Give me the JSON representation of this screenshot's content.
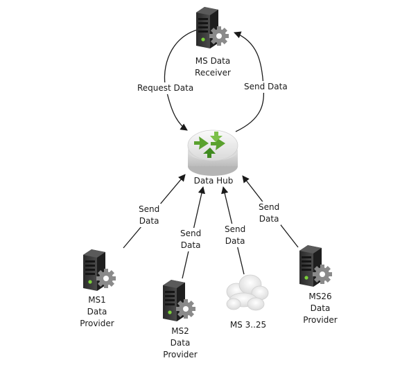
{
  "nodes": {
    "receiver": {
      "label_lines": [
        "MS Data",
        "Receiver"
      ],
      "icon": "server-gear-icon"
    },
    "hub": {
      "label_lines": [
        "Data Hub"
      ],
      "icon": "router-hub-icon"
    },
    "ms1": {
      "label_lines": [
        "MS1",
        "Data",
        "Provider"
      ],
      "icon": "server-gear-icon"
    },
    "ms2": {
      "label_lines": [
        "MS2",
        "Data",
        "Provider"
      ],
      "icon": "server-gear-icon"
    },
    "ms3_25": {
      "label_lines": [
        "MS 3..25"
      ],
      "icon": "cloud-icon"
    },
    "ms26": {
      "label_lines": [
        "MS26",
        "Data",
        "Provider"
      ],
      "icon": "server-gear-icon"
    }
  },
  "edges": {
    "request": {
      "label_lines": [
        "Request Data"
      ]
    },
    "send_top": {
      "label_lines": [
        "Send Data"
      ]
    },
    "send_ms1": {
      "label_lines": [
        "Send",
        "Data"
      ]
    },
    "send_ms2": {
      "label_lines": [
        "Send",
        "Data"
      ]
    },
    "send_ms3": {
      "label_lines": [
        "Send",
        "Data"
      ]
    },
    "send_ms26": {
      "label_lines": [
        "Send",
        "Data"
      ]
    }
  },
  "colors": {
    "arrow": "#1a1a1a",
    "server_body": "#3a3a3a",
    "gear": "#8a8a8a",
    "hub_arrow": "#5aa12e",
    "hub_body": "#e6e6e6",
    "cloud": "#e8e8e8"
  }
}
